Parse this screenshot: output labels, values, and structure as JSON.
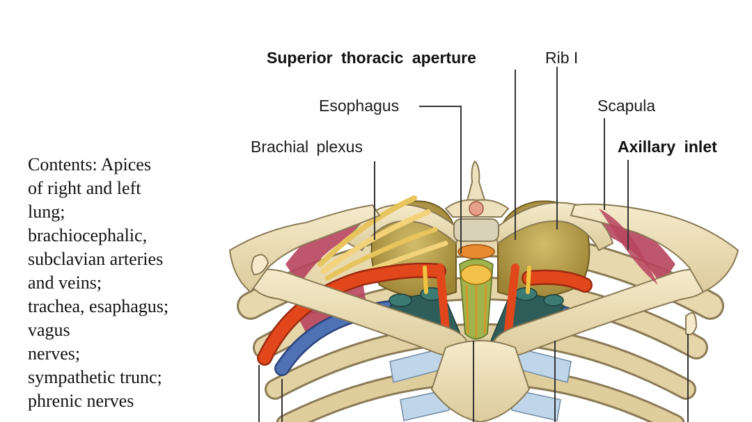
{
  "contents_lines": [
    "Contents: Apices",
    "of right and left",
    "lung;",
    "brachiocephalic,",
    "subclavian arteries",
    "and veins;",
    "trachea, esaphagus;",
    "vagus",
    "nerves;",
    "sympathetic trunc;",
    "phrenic nerves"
  ],
  "labels": {
    "superior_thoracic_aperture": "Superior thoracic aperture",
    "rib_1": "Rib I",
    "esophagus": "Esophagus",
    "scapula": "Scapula",
    "brachial_plexus": "Brachial plexus",
    "axillary_inlet": "Axillary inlet"
  },
  "colors": {
    "bone": "#EDE0BC",
    "bone_outline": "#8A7A55",
    "lung": "#B39A45",
    "artery": "#E2471C",
    "vein": "#4F72B5",
    "vessel_dark": "#2F5E5A",
    "muscle": "#B7445E",
    "nerve": "#F2D27A",
    "cartilage": "#BFD6EA"
  }
}
